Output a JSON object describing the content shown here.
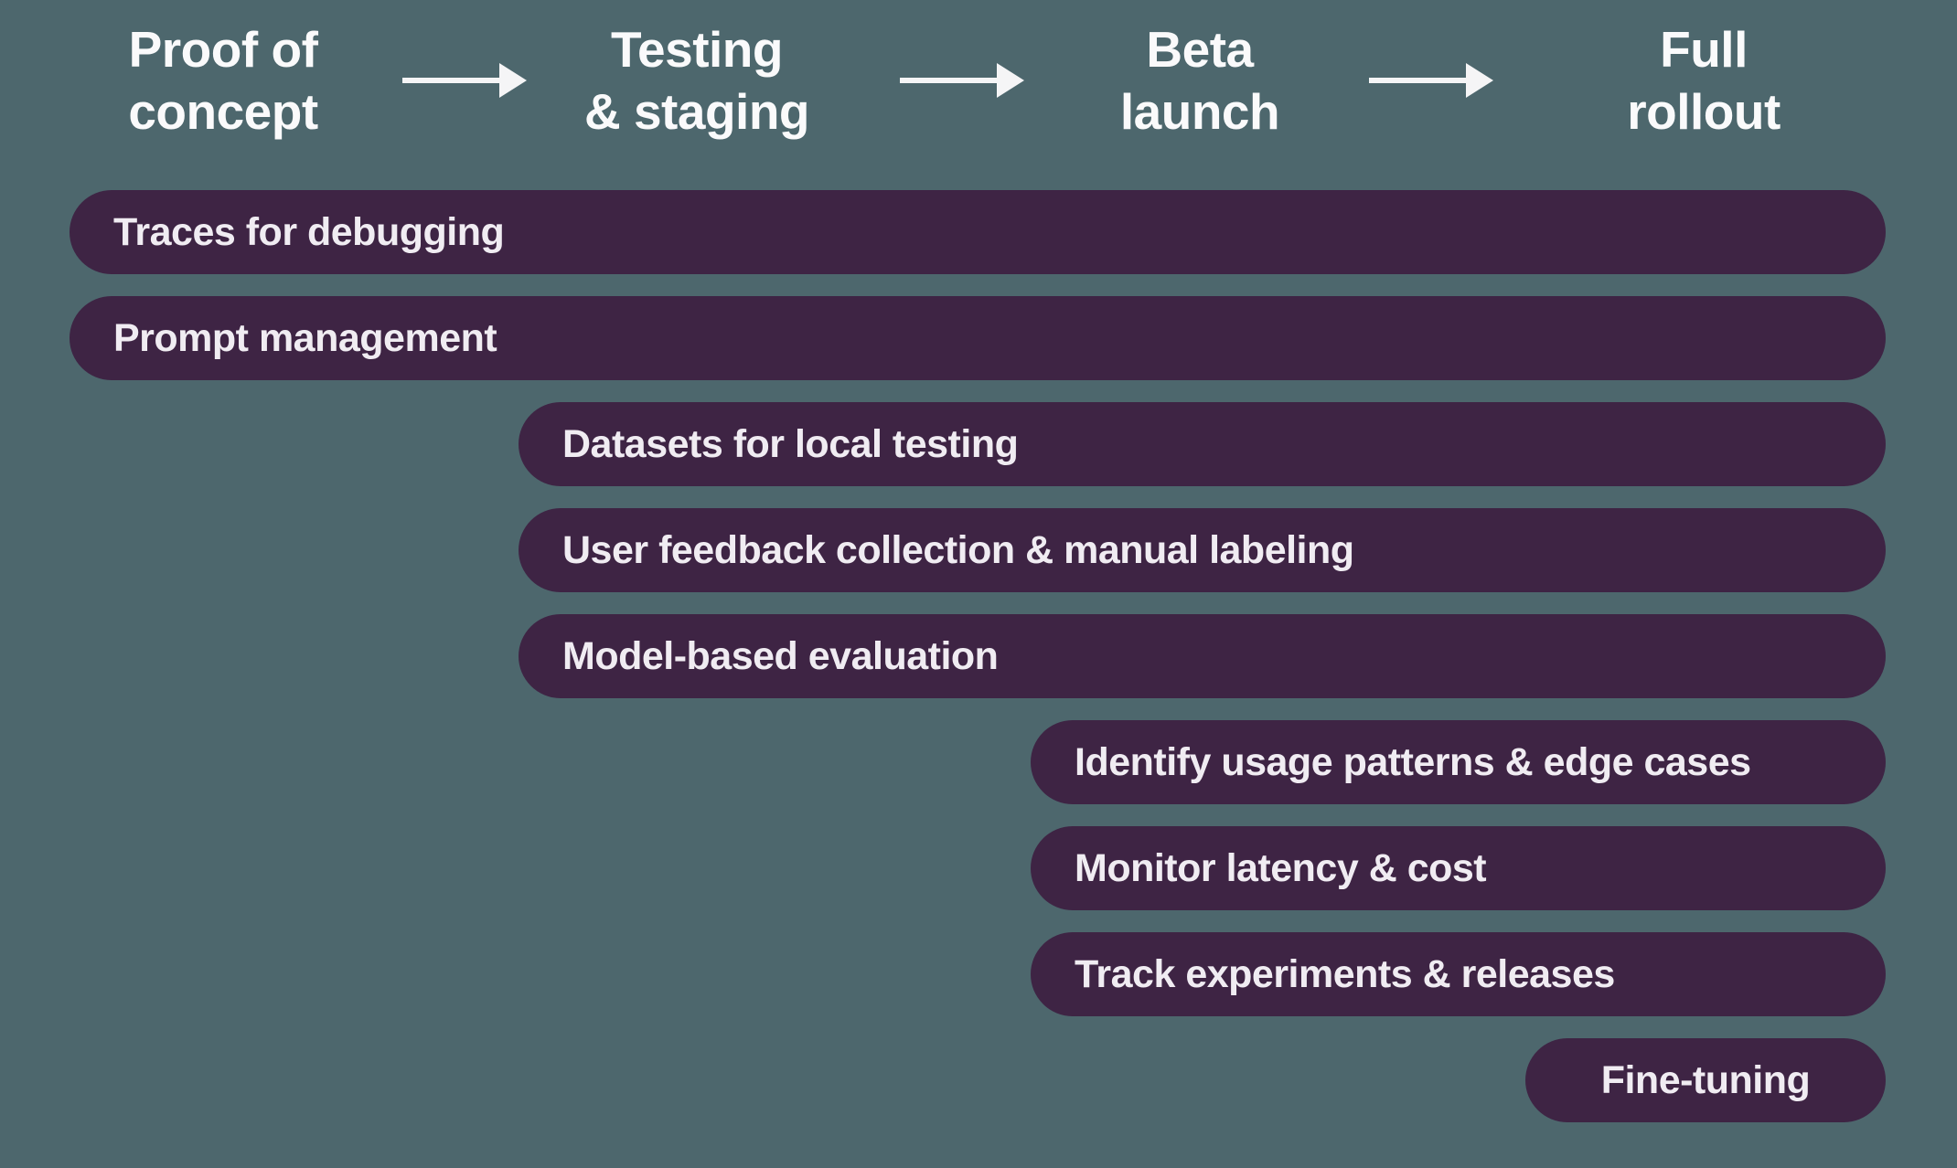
{
  "diagram": {
    "phases": [
      {
        "id": "proof-of-concept",
        "label": "Proof of concept",
        "line1": "Proof of",
        "line2": "concept"
      },
      {
        "id": "testing-staging",
        "label": "Testing & staging",
        "line1": "Testing",
        "line2": "& staging"
      },
      {
        "id": "beta-launch",
        "label": "Beta launch",
        "line1": "Beta",
        "line2": "launch"
      },
      {
        "id": "full-rollout",
        "label": "Full rollout",
        "line1": "Full",
        "line2": "rollout"
      }
    ],
    "arrows": [
      "arrow-right-icon",
      "arrow-right-icon",
      "arrow-right-icon"
    ],
    "bars": [
      {
        "label": "Traces for debugging",
        "starts_at": "Proof of concept",
        "ends_at": "Full rollout"
      },
      {
        "label": "Prompt management",
        "starts_at": "Proof of concept",
        "ends_at": "Full rollout"
      },
      {
        "label": "Datasets for local testing",
        "starts_at": "Testing & staging",
        "ends_at": "Full rollout"
      },
      {
        "label": "User feedback collection & manual labeling",
        "starts_at": "Testing & staging",
        "ends_at": "Full rollout"
      },
      {
        "label": "Model-based evaluation",
        "starts_at": "Testing & staging",
        "ends_at": "Full rollout"
      },
      {
        "label": "Identify usage patterns & edge cases",
        "starts_at": "Beta launch",
        "ends_at": "Full rollout"
      },
      {
        "label": "Monitor latency & cost",
        "starts_at": "Beta launch",
        "ends_at": "Full rollout"
      },
      {
        "label": "Track experiments & releases",
        "starts_at": "Beta launch",
        "ends_at": "Full rollout"
      },
      {
        "label": "Fine-tuning",
        "starts_at": "Full rollout",
        "ends_at": "Full rollout"
      }
    ]
  },
  "colors": {
    "background": "#4d676d",
    "bar_fill": "#3e2444",
    "bar_text": "#f0ecf2",
    "header_text": "#fafafb",
    "arrow": "#f5f5f6"
  }
}
